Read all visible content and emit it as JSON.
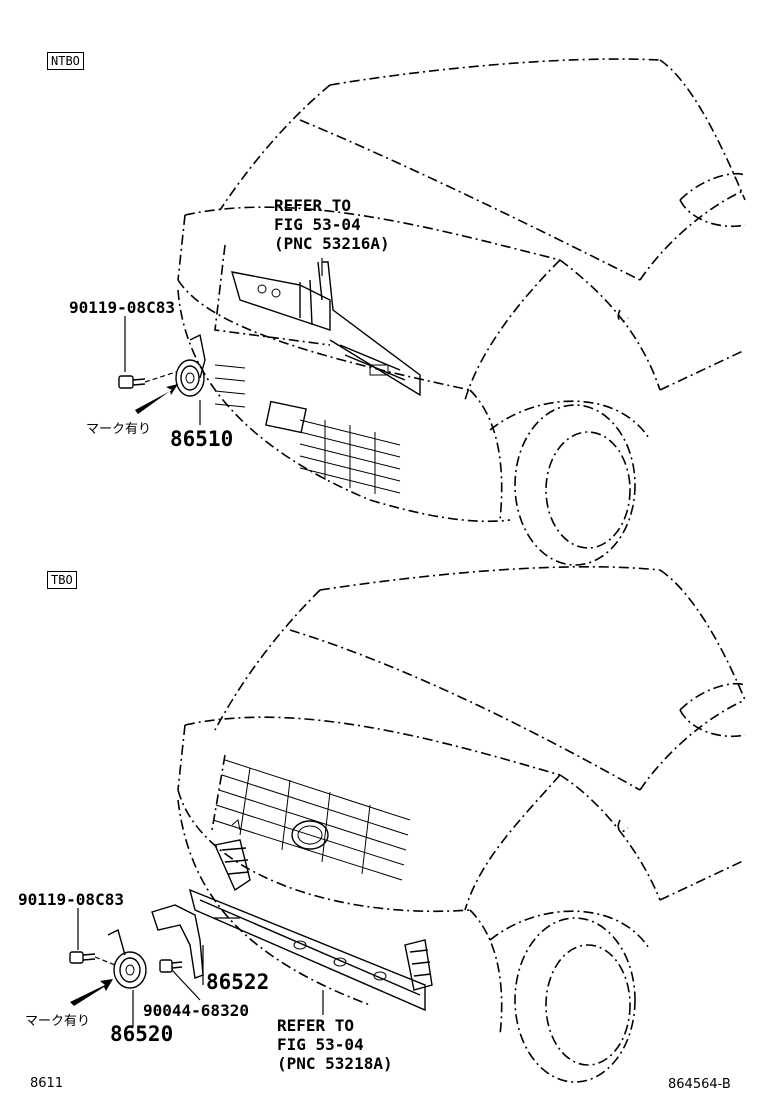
{
  "sections": {
    "top": {
      "tag": "NTBO",
      "refer": [
        "REFER TO",
        "FIG 53-04",
        "(PNC 53216A)"
      ],
      "bolt_part": "90119-08C83",
      "horn_part": "86510",
      "mark_note": "マーク有り"
    },
    "bottom": {
      "tag": "TBO",
      "refer": [
        "REFER TO",
        "FIG 53-04",
        "(PNC 53218A)"
      ],
      "bolt_part": "90119-08C83",
      "horn_part": "86520",
      "bracket_part": "86522",
      "bolt2_part": "90044-68320",
      "mark_note": "マーク有り"
    }
  },
  "footer": {
    "left_code": "8611",
    "right_code": "864564-B"
  }
}
